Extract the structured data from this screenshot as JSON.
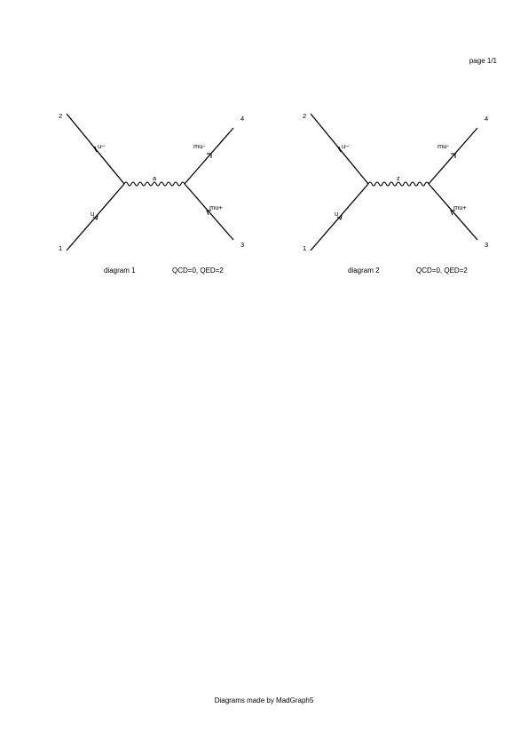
{
  "page": {
    "label": "page 1/1"
  },
  "diagrams": [
    {
      "external": {
        "in_top": "2",
        "in_bottom": "1",
        "out_top": "4",
        "out_bottom": "3"
      },
      "particles": {
        "in_top": "u~",
        "in_bottom": "u",
        "propagator": "a",
        "out_top": "mu-",
        "out_bottom": "mu+"
      },
      "caption": "diagram 1",
      "orders": "QCD=0, QED=2"
    },
    {
      "external": {
        "in_top": "2",
        "in_bottom": "1",
        "out_top": "4",
        "out_bottom": "3"
      },
      "particles": {
        "in_top": "u~",
        "in_bottom": "u",
        "propagator": "z",
        "out_top": "mu-",
        "out_bottom": "mu+"
      },
      "caption": "diagram 2",
      "orders": "QCD=0, QED=2"
    }
  ],
  "footer": {
    "text": "Diagrams made by MadGraph5"
  }
}
